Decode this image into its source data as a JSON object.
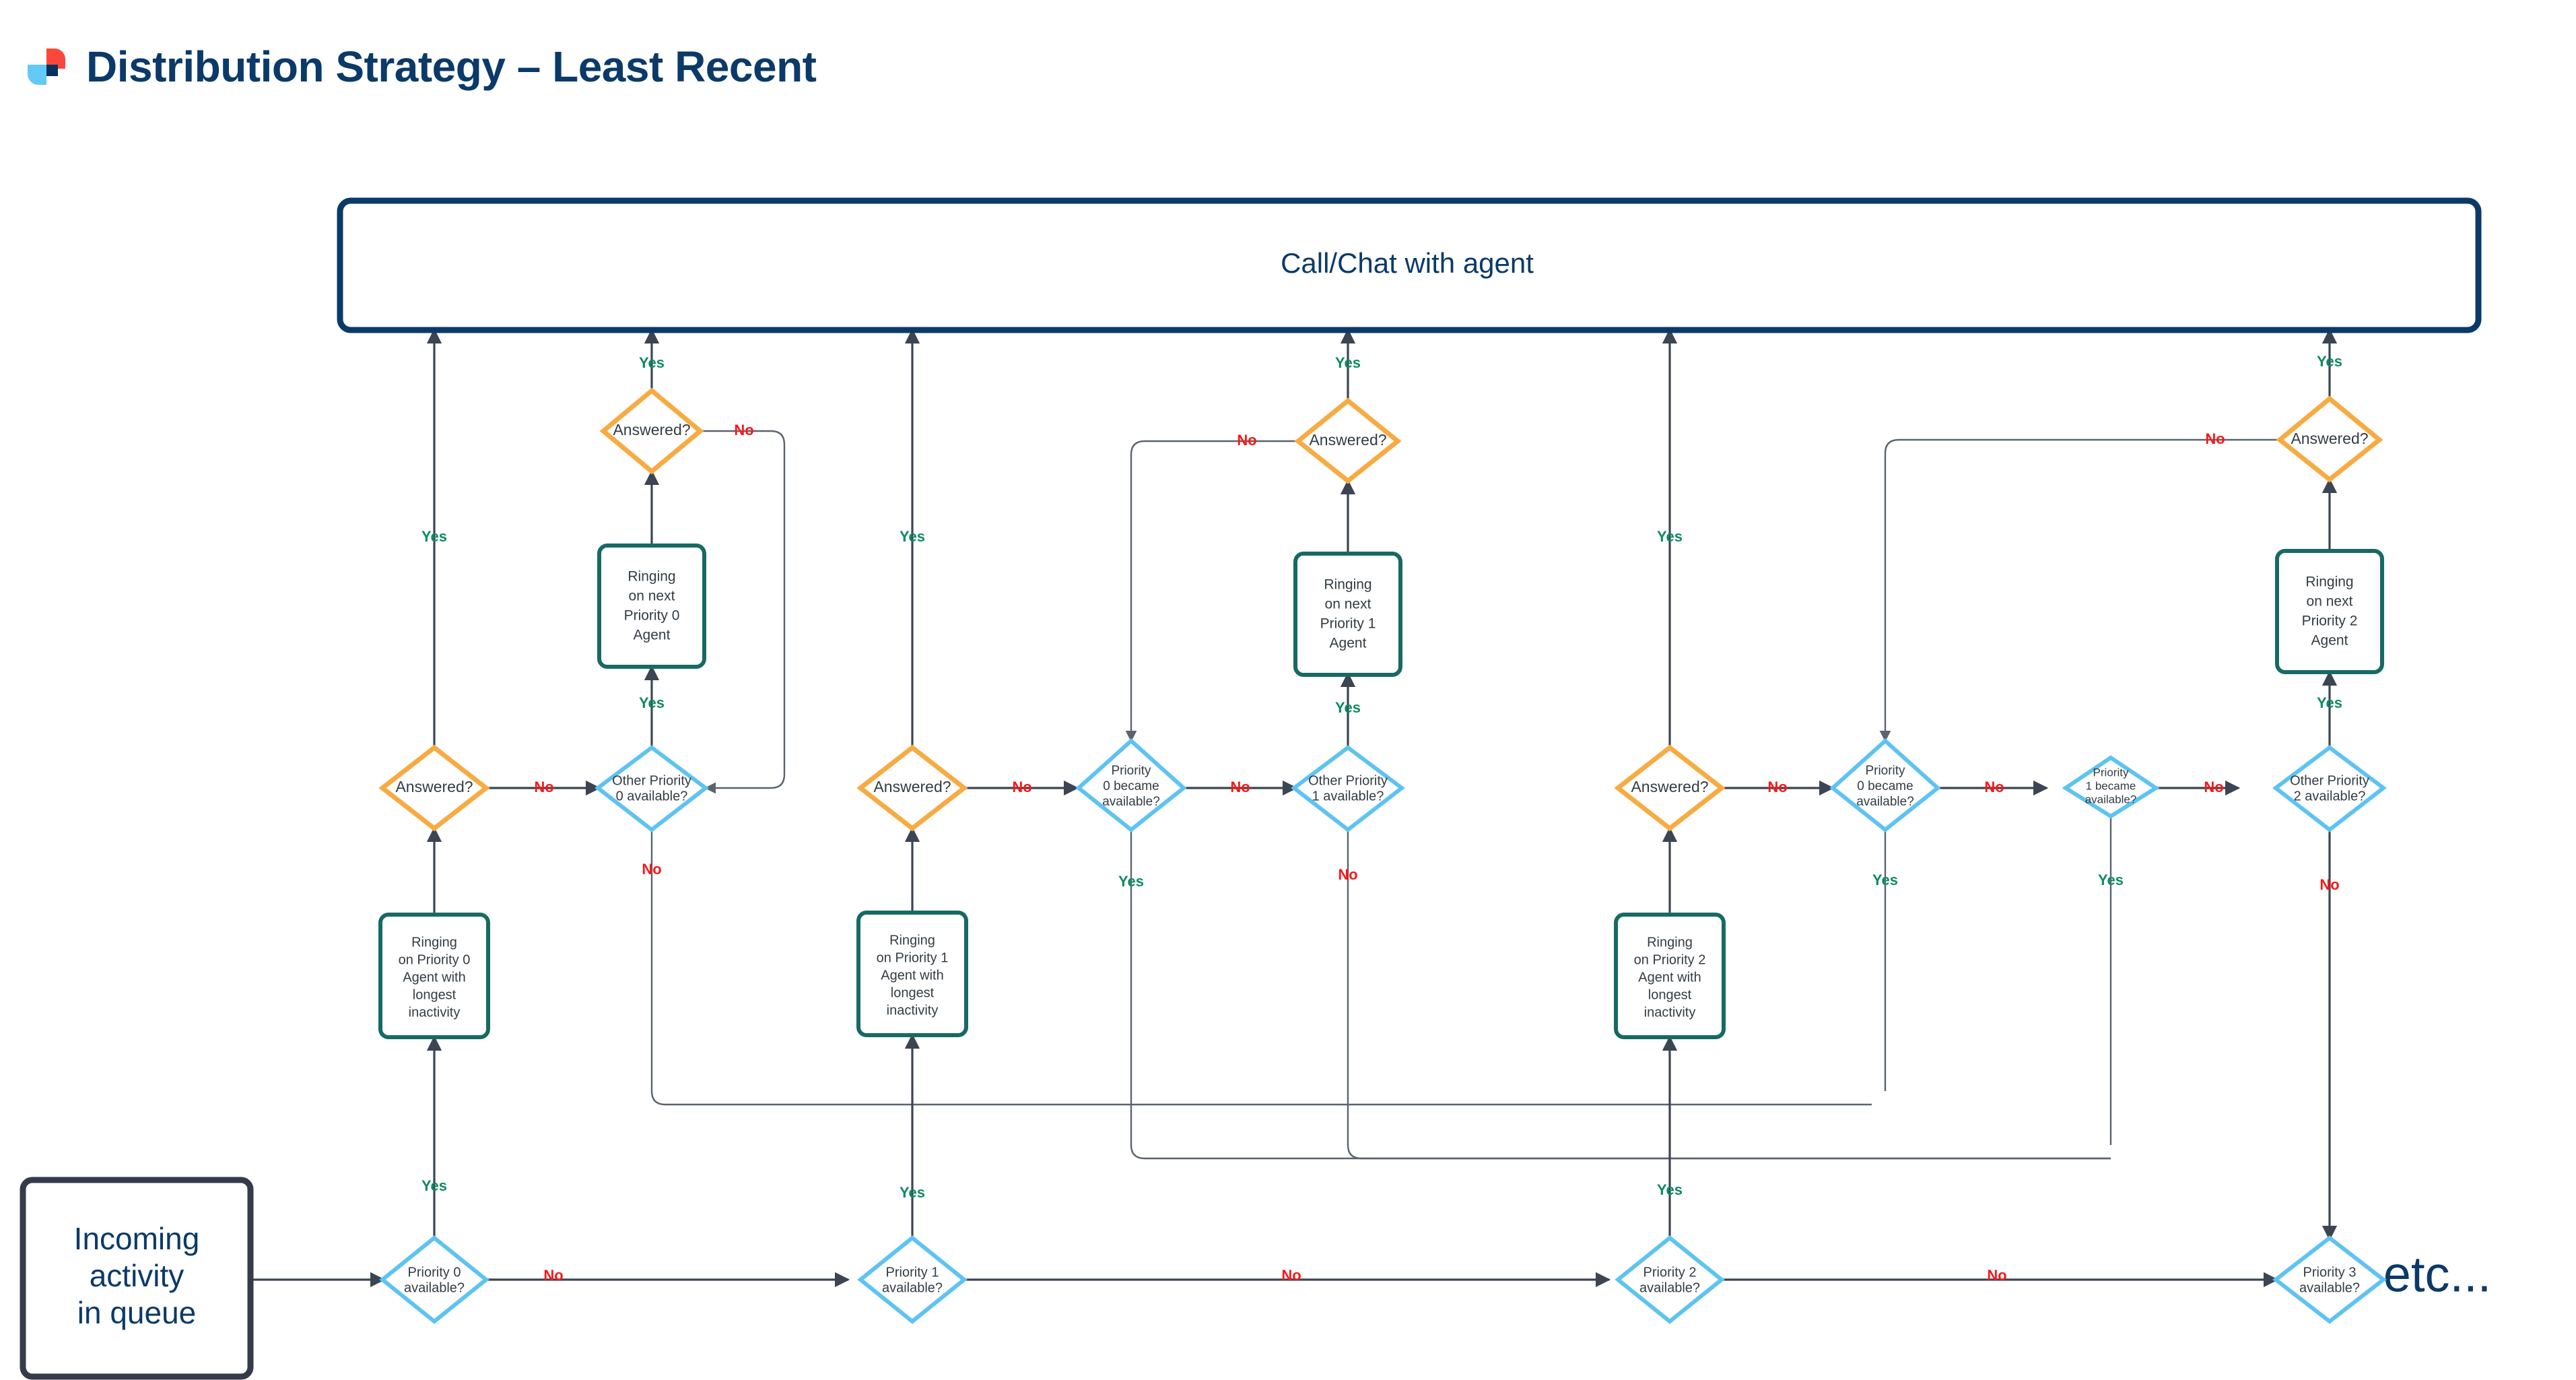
{
  "header": {
    "title": "Distribution Strategy – Least Recent",
    "logo_name": "brand-logo",
    "logo_colors": {
      "red": "#f9483b",
      "blue": "#63c9f7",
      "navy": "#06315e"
    }
  },
  "palette": {
    "terminal_border": "#0b3a69",
    "terminal_text": "#0b3a69",
    "decision_orange": "#f7ab42",
    "decision_blue": "#5ec3f2",
    "process_teal": "#176a63",
    "queue_border": "#353b4a",
    "edge": "#3c4552",
    "yes": "#0f8a63",
    "no": "#f41a1a",
    "node_text": "#333c43"
  },
  "edge_labels": {
    "yes": "Yes",
    "no": "No"
  },
  "nodes": {
    "top_box": {
      "label": "Call/Chat with agent",
      "shape": "terminal"
    },
    "queue": {
      "label_lines": [
        "Incoming",
        "activity",
        "in queue"
      ],
      "shape": "terminal"
    },
    "etc": {
      "label": "etc..."
    },
    "answered_p0_low": {
      "label_lines": [
        "Answered?"
      ],
      "shape": "decision-orange"
    },
    "answered_p0_high": {
      "label_lines": [
        "Answered?"
      ],
      "shape": "decision-orange"
    },
    "answered_p1_low": {
      "label_lines": [
        "Answered?"
      ],
      "shape": "decision-orange"
    },
    "answered_p1_high": {
      "label_lines": [
        "Answered?"
      ],
      "shape": "decision-orange"
    },
    "answered_p2_low": {
      "label_lines": [
        "Answered?"
      ],
      "shape": "decision-orange"
    },
    "answered_p2_high": {
      "label_lines": [
        "Answered?"
      ],
      "shape": "decision-orange"
    },
    "ringing_p0_longest": {
      "label_lines": [
        "Ringing",
        "on Priority 0",
        "Agent with",
        "longest",
        "inactivity"
      ],
      "shape": "process"
    },
    "ringing_p1_longest": {
      "label_lines": [
        "Ringing",
        "on Priority 1",
        "Agent with",
        "longest",
        "inactivity"
      ],
      "shape": "process"
    },
    "ringing_p2_longest": {
      "label_lines": [
        "Ringing",
        "on Priority 2",
        "Agent with",
        "longest",
        "inactivity"
      ],
      "shape": "process"
    },
    "ringing_next_p0": {
      "label_lines": [
        "Ringing",
        "on next",
        "Priority 0",
        "Agent"
      ],
      "shape": "process"
    },
    "ringing_next_p1": {
      "label_lines": [
        "Ringing",
        "on next",
        "Priority 1",
        "Agent"
      ],
      "shape": "process"
    },
    "ringing_next_p2": {
      "label_lines": [
        "Ringing",
        "on next",
        "Priority 2",
        "Agent"
      ],
      "shape": "process"
    },
    "other_p0_avail": {
      "label_lines": [
        "Other Priority",
        "0 available?"
      ],
      "shape": "decision-blue"
    },
    "other_p1_avail": {
      "label_lines": [
        "Other Priority",
        "1 available?"
      ],
      "shape": "decision-blue"
    },
    "other_p2_avail": {
      "label_lines": [
        "Other Priority",
        "2 available?"
      ],
      "shape": "decision-blue"
    },
    "p0_became_avail_g1": {
      "label_lines": [
        "Priority",
        "0 became",
        "available?"
      ],
      "shape": "decision-blue"
    },
    "p0_became_avail_g2": {
      "label_lines": [
        "Priority",
        "0 became",
        "available?"
      ],
      "shape": "decision-blue"
    },
    "p1_became_avail_g2": {
      "label_lines": [
        "Priority",
        "1 became",
        "available?"
      ],
      "shape": "decision-blue"
    },
    "priority0_available": {
      "label_lines": [
        "Priority 0",
        "available?"
      ],
      "shape": "decision-blue"
    },
    "priority1_available": {
      "label_lines": [
        "Priority 1",
        "available?"
      ],
      "shape": "decision-blue"
    },
    "priority2_available": {
      "label_lines": [
        "Priority 2",
        "available?"
      ],
      "shape": "decision-blue"
    },
    "priority3_available": {
      "label_lines": [
        "Priority 3",
        "available?"
      ],
      "shape": "decision-blue"
    }
  }
}
